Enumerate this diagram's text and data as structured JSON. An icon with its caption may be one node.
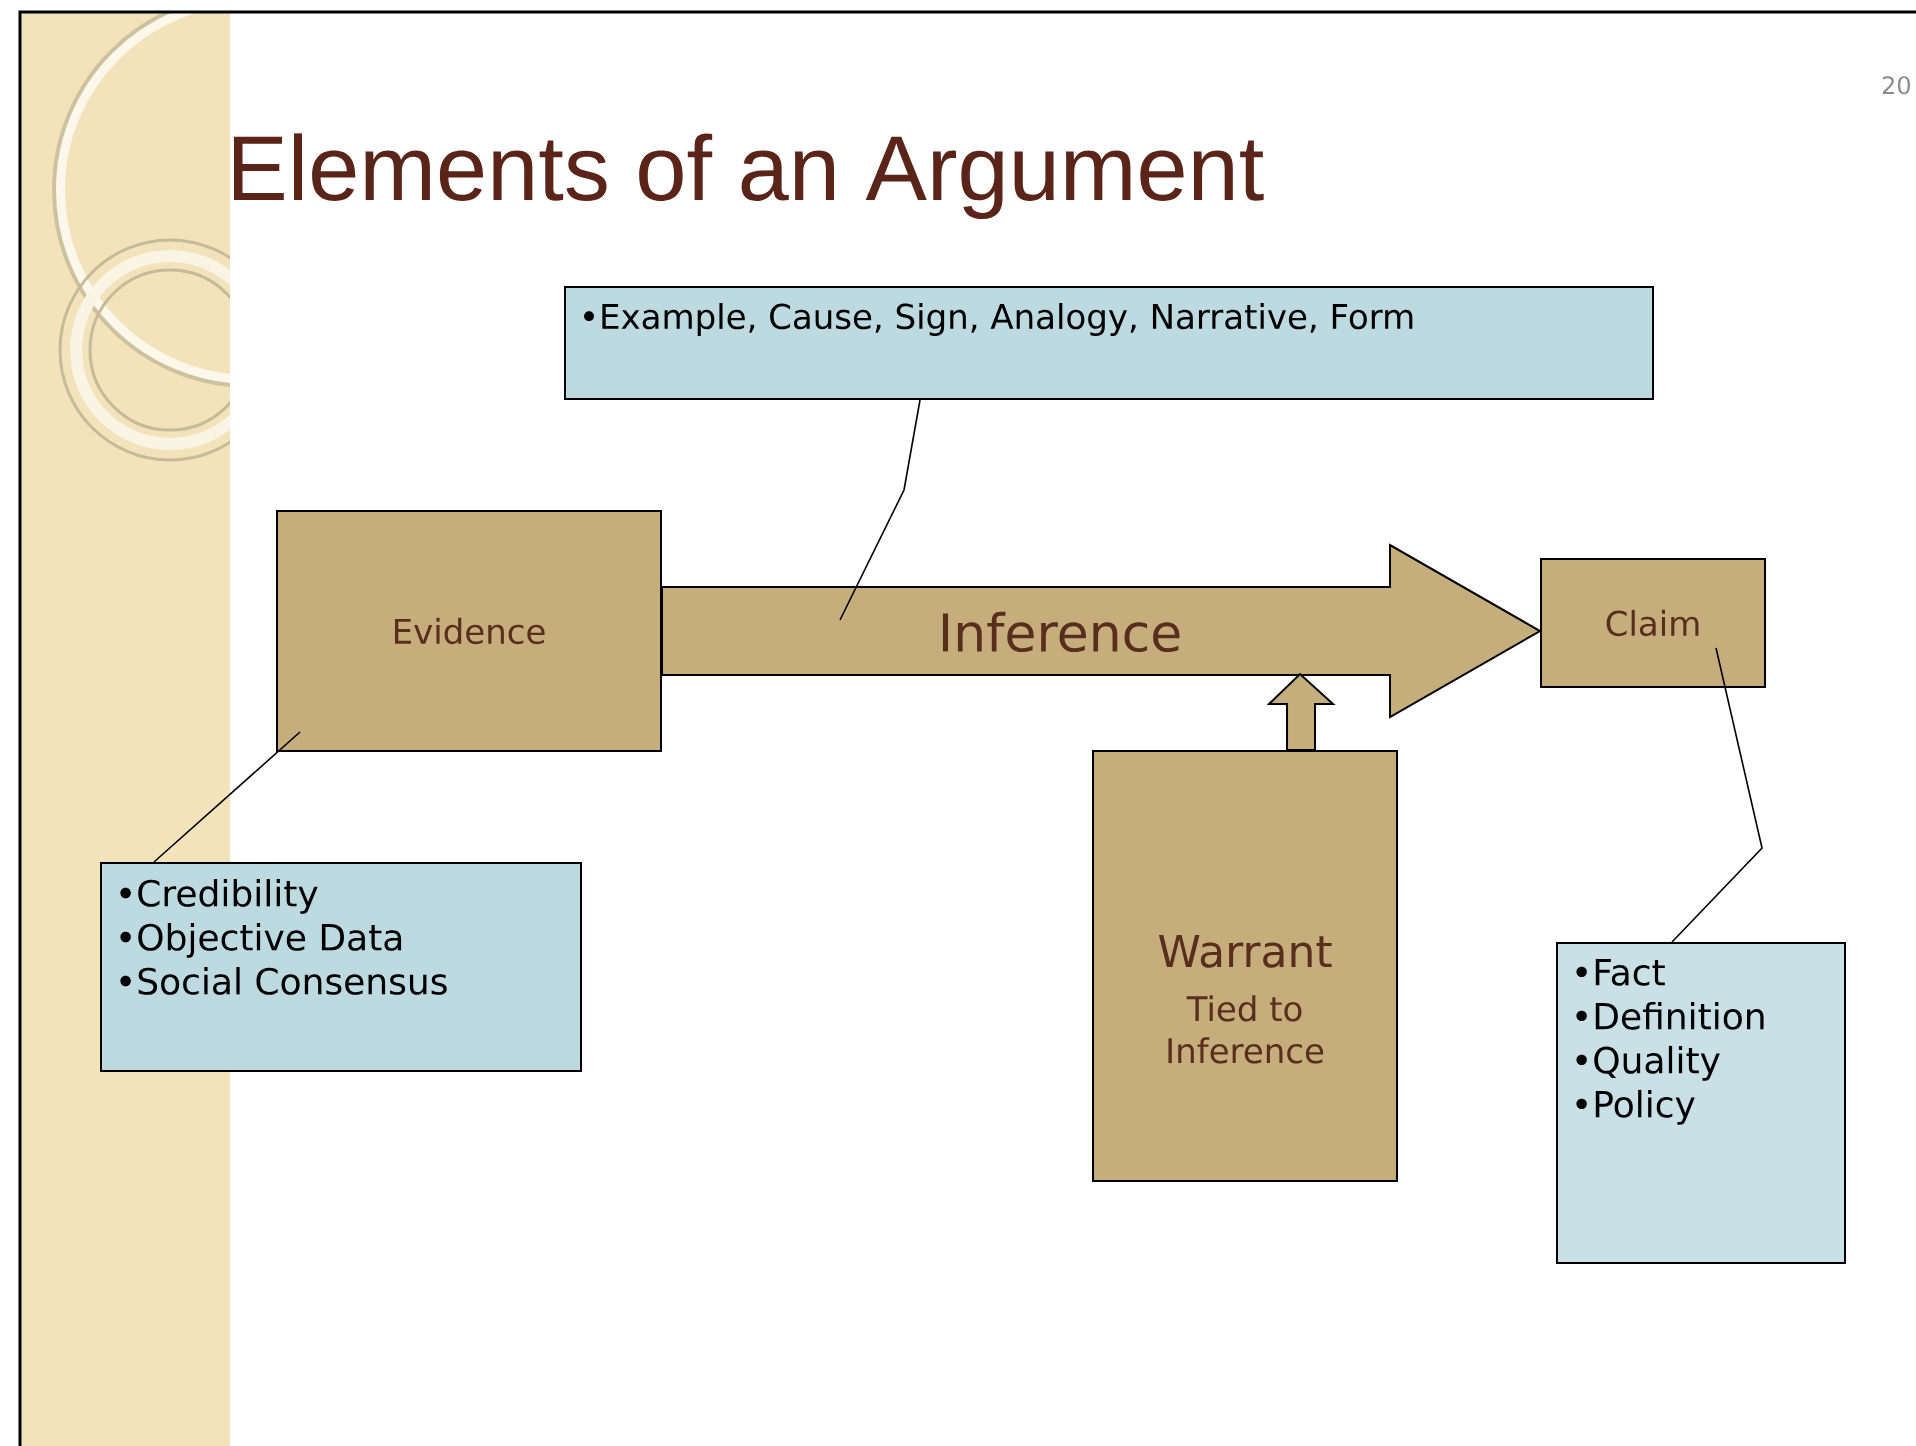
{
  "diagram": {
    "title": "Elements of an Argument",
    "nodes": [
      {
        "text": [
          "•Example, Cause, Sign, Analogy, Narrative, Form"
        ]
      },
      {
        "text": [
          "Evidence"
        ]
      },
      {
        "text": [
          "Claim"
        ]
      },
      {
        "text": [
          "•Credibility",
          "•Objective Data",
          "•Social Consensus"
        ]
      },
      {
        "text": [
          "Warrant",
          "Tied to Inference"
        ]
      },
      {
        "text": [
          "•Fact",
          "•Definition",
          "•Quality",
          "•Policy"
        ]
      }
    ],
    "edges": [
      {
        "from": 1,
        "to": 2,
        "arrow": "to",
        "label": "Inference",
        "style": "thick"
      },
      {
        "from": 4,
        "to": null,
        "arrow": "to",
        "style": "thick"
      },
      {
        "from": 0,
        "to": null,
        "arrow": "none"
      },
      {
        "from": 3,
        "to": 1,
        "arrow": "none"
      },
      {
        "from": 5,
        "to": 2,
        "arrow": "none"
      }
    ],
    "labels": [
      "20"
    ]
  }
}
